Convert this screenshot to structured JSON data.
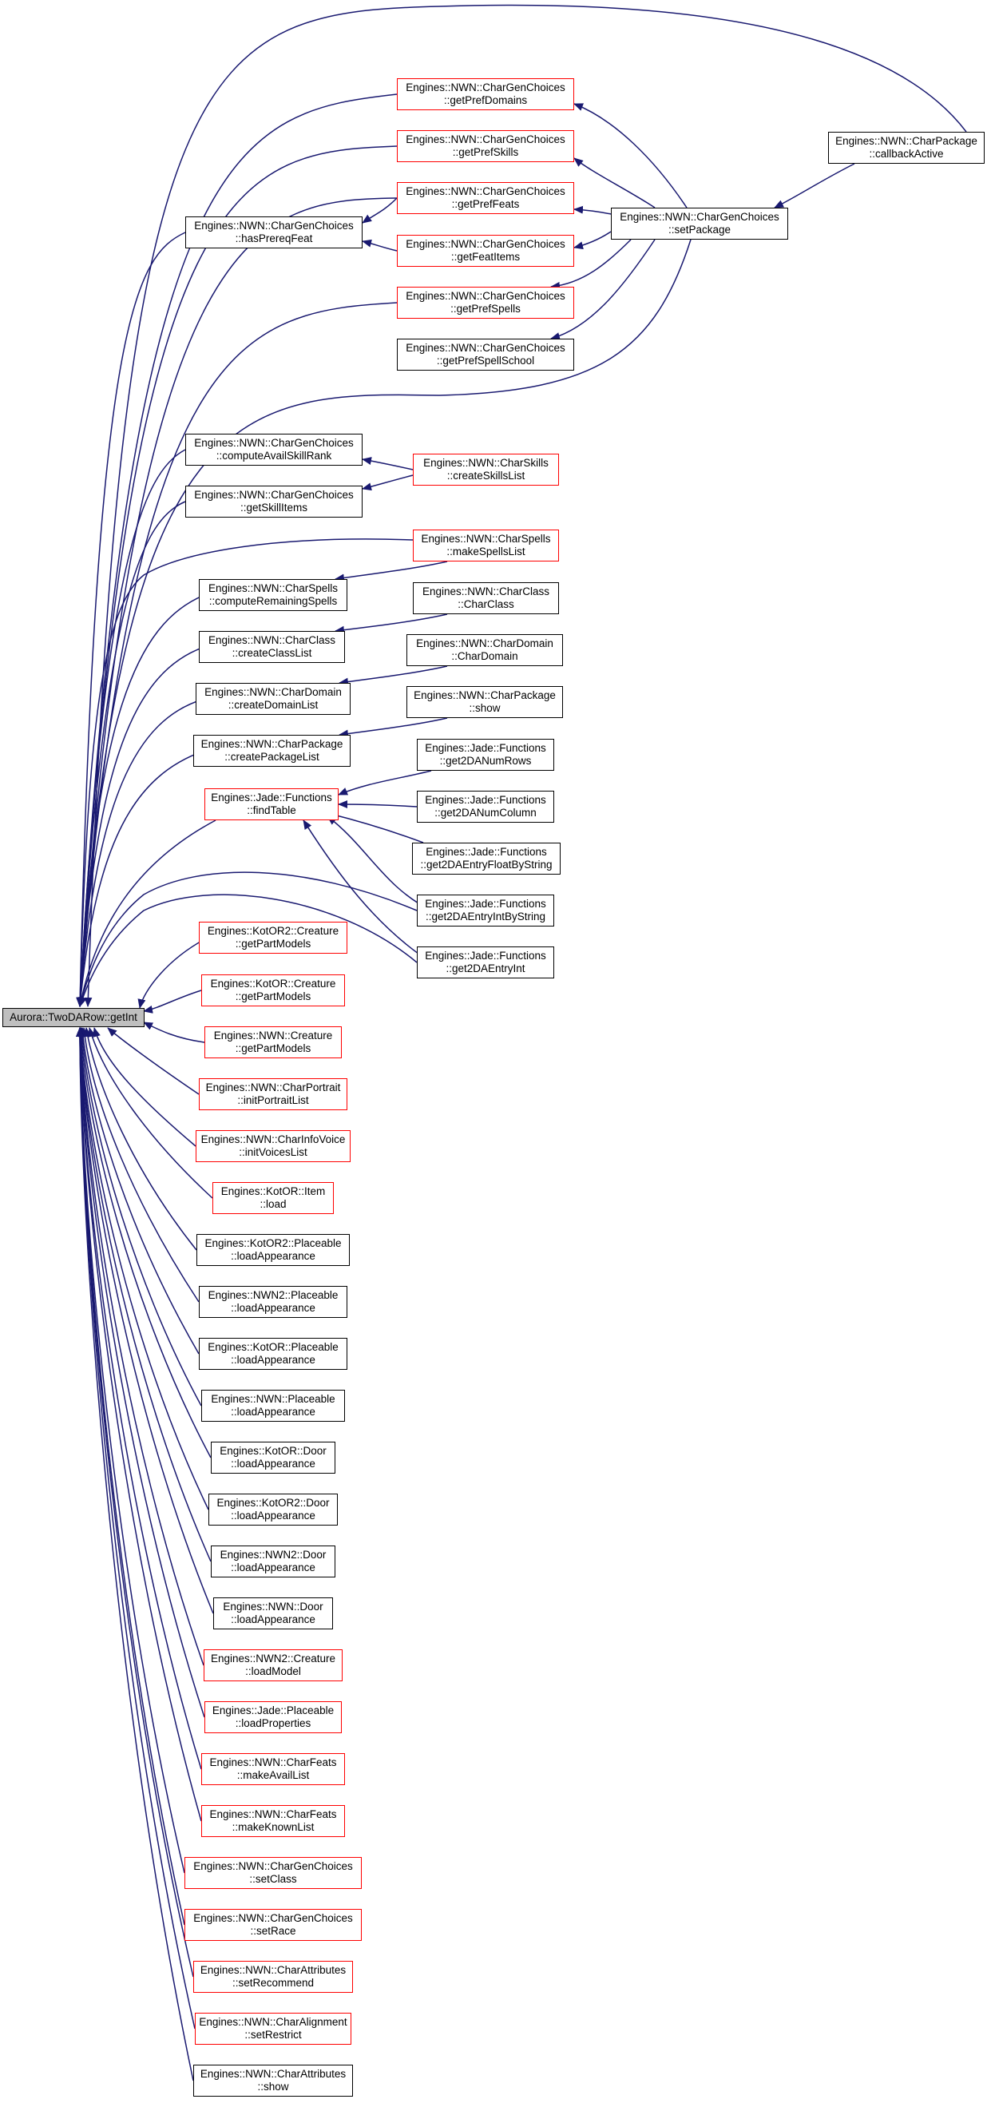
{
  "colors": {
    "edge": "#191970",
    "linked_border": "#ff0000",
    "plain_border": "#000000",
    "root_fill": "#bfbfbf",
    "background": "#ffffff"
  },
  "nodes": {
    "root": {
      "line1": "Aurora::TwoDARow::getInt",
      "line2": ""
    },
    "get_pref_domains": {
      "line1": "Engines::NWN::CharGenChoices",
      "line2": "::getPrefDomains"
    },
    "get_pref_skills": {
      "line1": "Engines::NWN::CharGenChoices",
      "line2": "::getPrefSkills"
    },
    "get_pref_feats": {
      "line1": "Engines::NWN::CharGenChoices",
      "line2": "::getPrefFeats"
    },
    "get_feat_items": {
      "line1": "Engines::NWN::CharGenChoices",
      "line2": "::getFeatItems"
    },
    "get_pref_spells": {
      "line1": "Engines::NWN::CharGenChoices",
      "line2": "::getPrefSpells"
    },
    "get_pref_spell_school": {
      "line1": "Engines::NWN::CharGenChoices",
      "line2": "::getPrefSpellSchool"
    },
    "has_prereq_feat": {
      "line1": "Engines::NWN::CharGenChoices",
      "line2": "::hasPrereqFeat"
    },
    "set_package": {
      "line1": "Engines::NWN::CharGenChoices",
      "line2": "::setPackage"
    },
    "callback_active": {
      "line1": "Engines::NWN::CharPackage",
      "line2": "::callbackActive"
    },
    "compute_avail_skill_rank": {
      "line1": "Engines::NWN::CharGenChoices",
      "line2": "::computeAvailSkillRank"
    },
    "get_skill_items": {
      "line1": "Engines::NWN::CharGenChoices",
      "line2": "::getSkillItems"
    },
    "create_skills_list": {
      "line1": "Engines::NWN::CharSkills",
      "line2": "::createSkillsList"
    },
    "make_spells_list": {
      "line1": "Engines::NWN::CharSpells",
      "line2": "::makeSpellsList"
    },
    "compute_remaining_spells": {
      "line1": "Engines::NWN::CharSpells",
      "line2": "::computeRemainingSpells"
    },
    "char_class_ctor": {
      "line1": "Engines::NWN::CharClass",
      "line2": "::CharClass"
    },
    "create_class_list": {
      "line1": "Engines::NWN::CharClass",
      "line2": "::createClassList"
    },
    "char_domain_ctor": {
      "line1": "Engines::NWN::CharDomain",
      "line2": "::CharDomain"
    },
    "create_domain_list": {
      "line1": "Engines::NWN::CharDomain",
      "line2": "::createDomainList"
    },
    "char_package_show": {
      "line1": "Engines::NWN::CharPackage",
      "line2": "::show"
    },
    "create_package_list": {
      "line1": "Engines::NWN::CharPackage",
      "line2": "::createPackageList"
    },
    "find_table": {
      "line1": "Engines::Jade::Functions",
      "line2": "::findTable"
    },
    "get_2da_num_rows": {
      "line1": "Engines::Jade::Functions",
      "line2": "::get2DANumRows"
    },
    "get_2da_num_column": {
      "line1": "Engines::Jade::Functions",
      "line2": "::get2DANumColumn"
    },
    "get_2da_entry_float": {
      "line1": "Engines::Jade::Functions",
      "line2": "::get2DAEntryFloatByString"
    },
    "get_2da_entry_int_by_string": {
      "line1": "Engines::Jade::Functions",
      "line2": "::get2DAEntryIntByString"
    },
    "get_2da_entry_int": {
      "line1": "Engines::Jade::Functions",
      "line2": "::get2DAEntryInt"
    },
    "kotor2_creature_get_part_models": {
      "line1": "Engines::KotOR2::Creature",
      "line2": "::getPartModels"
    },
    "kotor_creature_get_part_models": {
      "line1": "Engines::KotOR::Creature",
      "line2": "::getPartModels"
    },
    "nwn_creature_get_part_models": {
      "line1": "Engines::NWN::Creature",
      "line2": "::getPartModels"
    },
    "init_portrait_list": {
      "line1": "Engines::NWN::CharPortrait",
      "line2": "::initPortraitList"
    },
    "init_voices_list": {
      "line1": "Engines::NWN::CharInfoVoice",
      "line2": "::initVoicesList"
    },
    "kotor_item_load": {
      "line1": "Engines::KotOR::Item",
      "line2": "::load"
    },
    "kotor2_placeable_load_appearance": {
      "line1": "Engines::KotOR2::Placeable",
      "line2": "::loadAppearance"
    },
    "nwn2_placeable_load_appearance": {
      "line1": "Engines::NWN2::Placeable",
      "line2": "::loadAppearance"
    },
    "kotor_placeable_load_appearance": {
      "line1": "Engines::KotOR::Placeable",
      "line2": "::loadAppearance"
    },
    "nwn_placeable_load_appearance": {
      "line1": "Engines::NWN::Placeable",
      "line2": "::loadAppearance"
    },
    "kotor_door_load_appearance": {
      "line1": "Engines::KotOR::Door",
      "line2": "::loadAppearance"
    },
    "kotor2_door_load_appearance": {
      "line1": "Engines::KotOR2::Door",
      "line2": "::loadAppearance"
    },
    "nwn2_door_load_appearance": {
      "line1": "Engines::NWN2::Door",
      "line2": "::loadAppearance"
    },
    "nwn_door_load_appearance": {
      "line1": "Engines::NWN::Door",
      "line2": "::loadAppearance"
    },
    "nwn2_creature_load_model": {
      "line1": "Engines::NWN2::Creature",
      "line2": "::loadModel"
    },
    "jade_placeable_load_properties": {
      "line1": "Engines::Jade::Placeable",
      "line2": "::loadProperties"
    },
    "make_avail_list": {
      "line1": "Engines::NWN::CharFeats",
      "line2": "::makeAvailList"
    },
    "make_known_list": {
      "line1": "Engines::NWN::CharFeats",
      "line2": "::makeKnownList"
    },
    "set_class": {
      "line1": "Engines::NWN::CharGenChoices",
      "line2": "::setClass"
    },
    "set_race": {
      "line1": "Engines::NWN::CharGenChoices",
      "line2": "::setRace"
    },
    "set_recommend": {
      "line1": "Engines::NWN::CharAttributes",
      "line2": "::setRecommend"
    },
    "set_restrict": {
      "line1": "Engines::NWN::CharAlignment",
      "line2": "::setRestrict"
    },
    "char_attributes_show": {
      "line1": "Engines::NWN::CharAttributes",
      "line2": "::show"
    }
  }
}
